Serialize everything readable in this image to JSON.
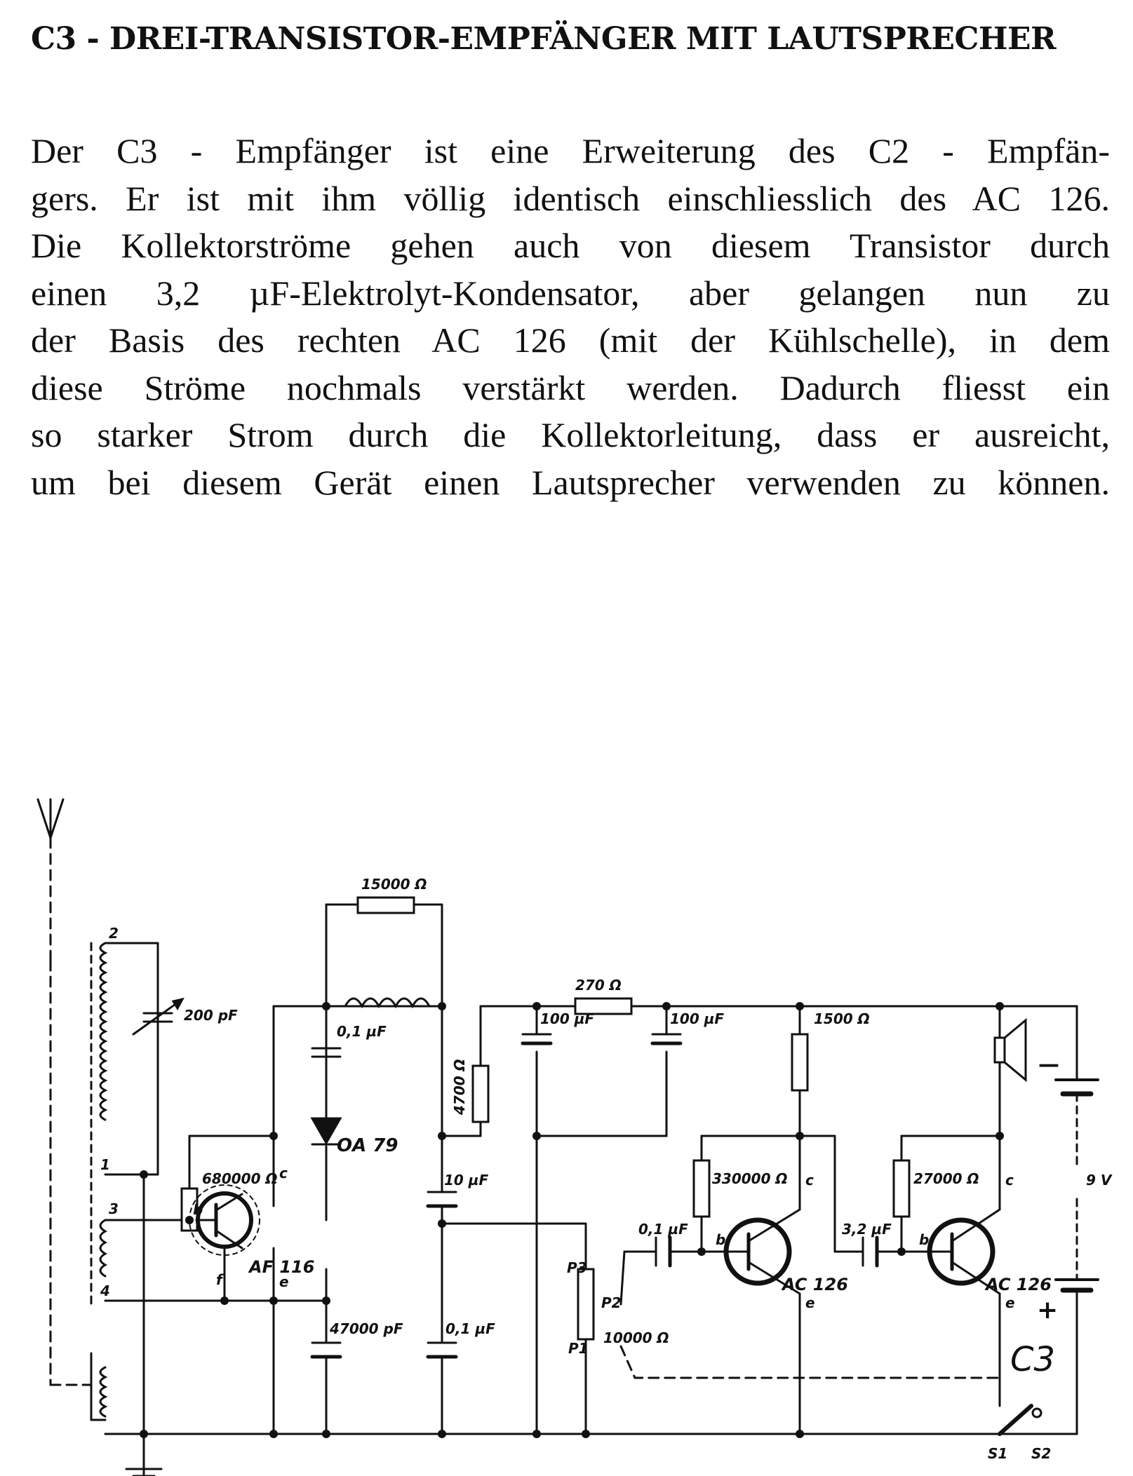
{
  "document": {
    "title": "C3 - DREI-TRANSISTOR-EMPFÄNGER MIT LAUTSPRECHER",
    "paragraph_lines": [
      "Der C3 - Empfänger ist eine Erweiterung des C2 - Empfän-",
      "gers. Er ist mit ihm völlig identisch einschliesslich des AC 126.",
      "Die Kollektorströme gehen auch von diesem Transistor durch",
      "einen 3,2 µF-Elektrolyt-Kondensator, aber gelangen nun zu",
      "der Basis des rechten AC 126 (mit der Kühlschelle), in dem",
      "diese Ströme nochmals verstärkt werden. Dadurch fliesst ein",
      "so starker Strom durch die Kollektorleitung, dass er ausreicht,",
      "um bei diesem Gerät einen Lautsprecher verwenden zu können."
    ]
  },
  "schematic": {
    "label_color": "#111111",
    "labels": {
      "r_15000": "15000 Ω",
      "r_270": "270 Ω",
      "c_200pf": "200 pF",
      "c_01uf_a": "0,1 µF",
      "r_4700": "4700 Ω",
      "c_100uf_a": "100 µF",
      "c_100uf_b": "100 µF",
      "r_1500": "1500 Ω",
      "r_680000": "680000 Ω",
      "diode": "OA 79",
      "c_10uf": "10 µF",
      "r_330000": "330000 Ω",
      "r_27000": "27000 Ω",
      "volt": "9 V",
      "q1": "AF 116",
      "q2": "AC 126",
      "q3": "AC 126",
      "c_01uf_b": "0,1 µF",
      "c_32uf": "3,2 µF",
      "c_47000pf": "47000 pF",
      "c_01uf_c": "0,1 µF",
      "pot": "10000 Ω",
      "p3": "P3",
      "p2": "P2",
      "p1": "P1",
      "coil_2": "2",
      "coil_3": "3",
      "coil_1": "1",
      "coil_4": "4",
      "pin_b1": "b",
      "pin_c1": "c",
      "pin_e1": "e",
      "pin_f1": "f",
      "pin_b2": "b",
      "pin_c2": "c",
      "pin_e2": "e",
      "pin_b3": "b",
      "pin_c3": "c",
      "pin_e3": "e",
      "minus": "—",
      "plus": "+",
      "model": "C3",
      "s1": "S1",
      "s2": "S2"
    }
  }
}
